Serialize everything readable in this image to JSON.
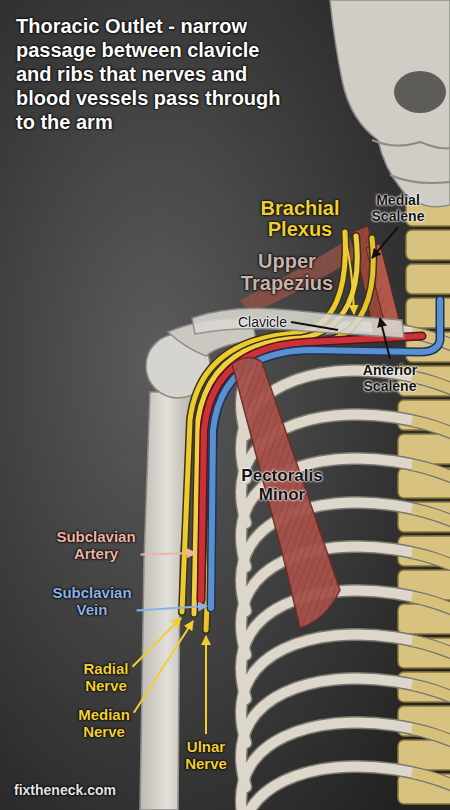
{
  "diagram": {
    "title": "Thoracic Outlet - narrow passage between clavicle and ribs that nerves and blood vessels pass through to the arm",
    "labels": [
      "Brachial Plexus",
      "Medial Scalene",
      "Upper Trapezius",
      "Clavicle",
      "Anterior Scalene",
      "Pectoralis Minor",
      "Subclavian Artery",
      "Subclavian Vein",
      "Radial Nerve",
      "Median Nerve",
      "Ulnar Nerve",
      "fixtheneck.com"
    ]
  }
}
